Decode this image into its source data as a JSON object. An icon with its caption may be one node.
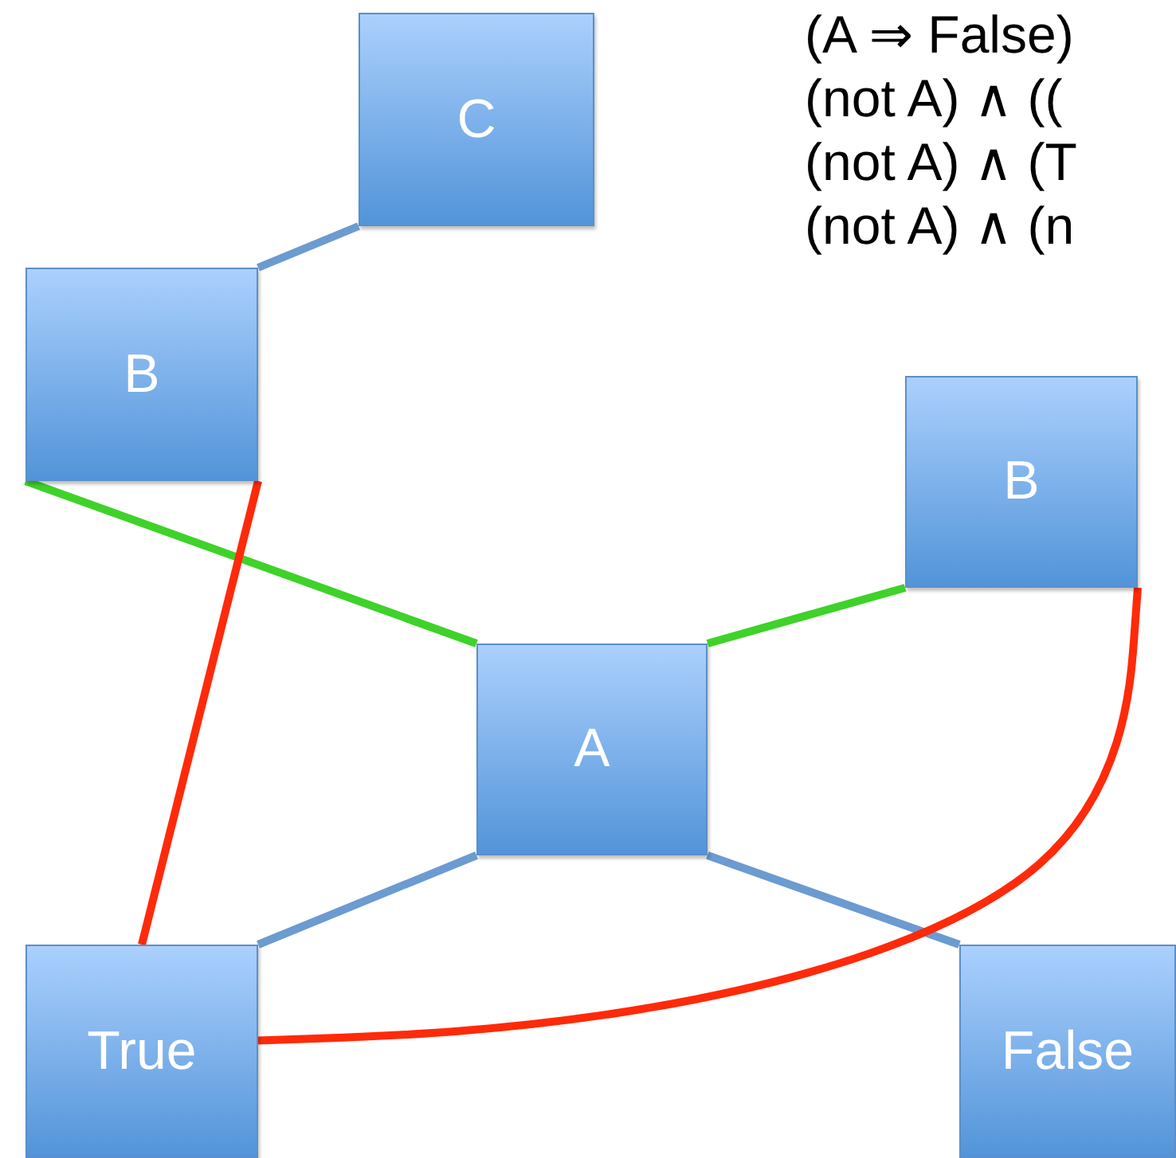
{
  "diagram": {
    "nodes": [
      {
        "text": [
          "C"
        ]
      },
      {
        "text": [
          "B"
        ]
      },
      {
        "text": [
          "B"
        ]
      },
      {
        "text": [
          "A"
        ]
      },
      {
        "text": [
          "True"
        ]
      },
      {
        "text": [
          "False"
        ]
      }
    ],
    "edges": [
      {
        "from": 1,
        "to": 0,
        "arrow": "none"
      },
      {
        "from": 1,
        "to": 3,
        "arrow": "none",
        "color": "#3fd22a"
      },
      {
        "from": 3,
        "to": 2,
        "arrow": "none",
        "color": "#3fd22a"
      },
      {
        "from": 3,
        "to": 4,
        "arrow": "none"
      },
      {
        "from": 3,
        "to": 5,
        "arrow": "none"
      },
      {
        "from": 1,
        "to": 4,
        "arrow": "none",
        "color": "#ff2a0a"
      },
      {
        "from": 2,
        "to": 4,
        "arrow": "none",
        "color": "#ff2a0a"
      }
    ],
    "labels": [
      "(A ⇒ False)",
      "(not A) ∧ ((",
      "(not A) ∧ (T",
      "(not A) ∧ (n"
    ]
  }
}
